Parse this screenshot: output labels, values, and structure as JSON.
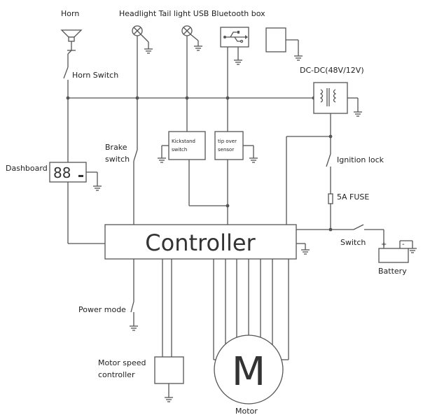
{
  "labels": {
    "horn": "Horn",
    "headlight_group": "Headlight Tail light USB Bluetooth box",
    "horn_switch": "Horn Switch",
    "dcdc": "DC-DC(48V/12V)",
    "brake_switch_line1": "Brake",
    "brake_switch_line2": "switch",
    "dashboard": "Dashboard",
    "dashboard_digits": "88",
    "kickstand_line1": "Kickstand",
    "kickstand_line2": "switch",
    "tipover_line1": "tip over",
    "tipover_line2": "sensor",
    "ignition_lock": "Ignition lock",
    "fuse": "5A FUSE",
    "controller": "Controller",
    "switch": "Switch",
    "battery": "Battery",
    "battery_plus": "+",
    "battery_minus": "-",
    "power_mode": "Power mode",
    "motor_speed_line1": "Motor speed",
    "motor_speed_line2": "controller",
    "motor_letter": "M",
    "motor": "Motor"
  },
  "icons": [
    "horn-icon",
    "lamp-icon",
    "usb-icon",
    "bluetooth-box",
    "ground-icon",
    "transformer-icon",
    "fuse-icon",
    "battery-icon",
    "motor-icon",
    "switch-icon"
  ]
}
